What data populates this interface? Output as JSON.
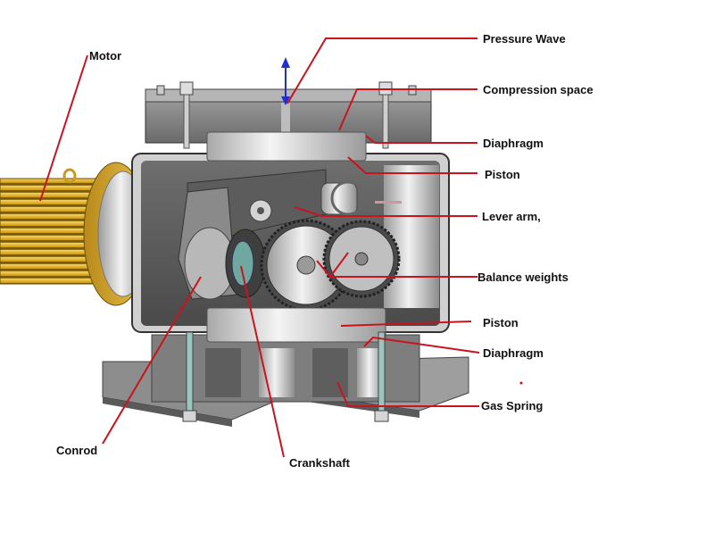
{
  "diagram": {
    "labels": {
      "pressure_wave": "Pressure Wave",
      "compression_space": "Compression space",
      "diaphragm_top": "Diaphragm",
      "piston_top": "Piston",
      "lever_arm": "Lever arm,",
      "balance_weights": "Balance weights",
      "piston_bottom": "Piston",
      "diaphragm_bottom": "Diaphragm",
      "gas_spring": "Gas Spring",
      "motor": "Motor",
      "conrod": "Conrod",
      "crankshaft": "Crankshaft"
    },
    "colors": {
      "leader_line": "#c8141e",
      "arrow": "#1f2fd0",
      "motor": "#d9a520",
      "housing": "#8a8a8a"
    }
  }
}
